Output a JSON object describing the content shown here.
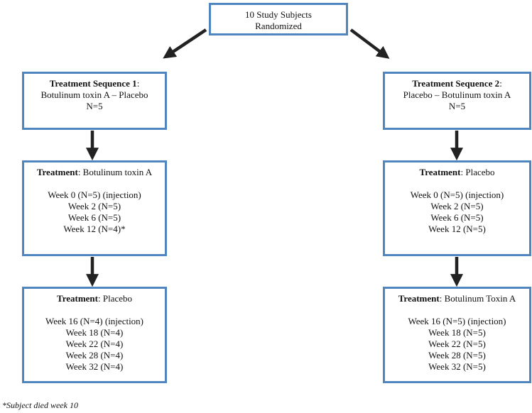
{
  "top_box": {
    "line1": "10 Study Subjects",
    "line2": "Randomized"
  },
  "left": {
    "sequence": {
      "title": "Treatment Sequence 1",
      "suffix": ":",
      "line2": "Botulinum toxin A – Placebo",
      "line3": "N=5"
    },
    "period1": {
      "label": "Treatment",
      "value": ": Botulinum toxin A",
      "weeks": [
        "Week 0 (N=5) (injection)",
        "Week 2 (N=5)",
        "Week 6 (N=5)",
        "Week 12 (N=4)*"
      ]
    },
    "period2": {
      "label": "Treatment",
      "value": ": Placebo",
      "weeks": [
        "Week 16 (N=4) (injection)",
        "Week 18 (N=4)",
        "Week 22 (N=4)",
        "Week 28 (N=4)",
        "Week 32 (N=4)"
      ]
    }
  },
  "right": {
    "sequence": {
      "title": "Treatment Sequence 2",
      "suffix": ":",
      "line2": "Placebo – Botulinum toxin A",
      "line3": "N=5"
    },
    "period1": {
      "label": "Treatment",
      "value": ": Placebo",
      "weeks": [
        "Week 0 (N=5) (injection)",
        "Week 2 (N=5)",
        "Week 6 (N=5)",
        "Week 12 (N=5)"
      ]
    },
    "period2": {
      "label": "Treatment",
      "value": ": Botulinum Toxin A",
      "weeks": [
        "Week 16 (N=5) (injection)",
        "Week 18 (N=5)",
        "Week 22 (N=5)",
        "Week 28 (N=5)",
        "Week 32 (N=5)"
      ]
    }
  },
  "footnote": "*Subject died week 10",
  "colors": {
    "box_border": "#4f86c0",
    "arrow": "#222222"
  }
}
